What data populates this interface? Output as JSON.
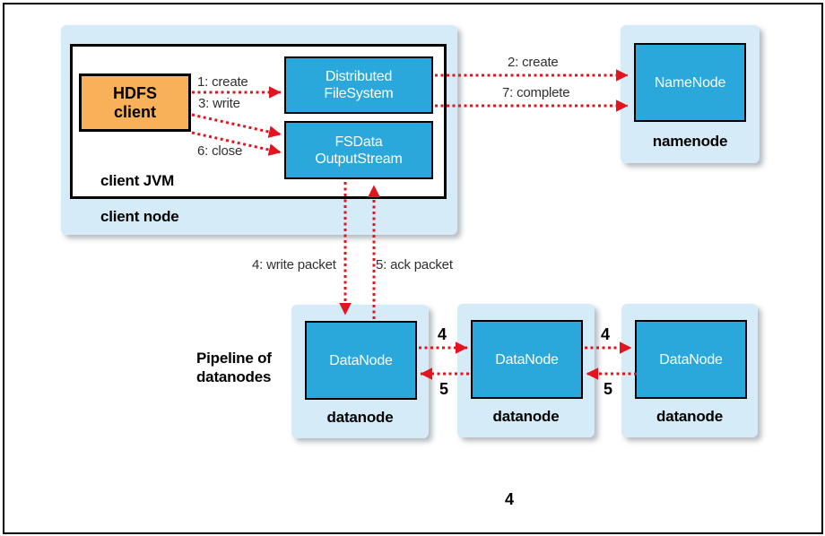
{
  "colors": {
    "group_light_blue": "#d5ecf8",
    "component_blue": "#2aa7db",
    "client_orange": "#f9b159",
    "arrow_red": "#e2141f",
    "border_black": "#000000"
  },
  "client_node": {
    "label": "client node",
    "jvm_label": "client JVM",
    "hdfs_client": {
      "line1": "HDFS",
      "line2": "client"
    },
    "dfs": {
      "line1": "Distributed",
      "line2": "FileSystem"
    },
    "fsdata": {
      "line1": "FSData",
      "line2": "OutputStream"
    }
  },
  "namenode": {
    "box_label": "NameNode",
    "node_label": "namenode"
  },
  "pipeline_label": {
    "line1": "Pipeline of",
    "line2": "datanodes"
  },
  "datanodes": [
    {
      "box_label": "DataNode",
      "node_label": "datanode"
    },
    {
      "box_label": "DataNode",
      "node_label": "datanode"
    },
    {
      "box_label": "DataNode",
      "node_label": "datanode"
    }
  ],
  "arrow_labels": {
    "create1": "1: create",
    "create2": "2: create",
    "write3": "3: write",
    "close6": "6: close",
    "complete7": "7: complete",
    "write_packet4": "4: write packet",
    "ack_packet5": "5: ack packet",
    "pipe4": "4",
    "pipe5": "5"
  },
  "page_number": "4"
}
